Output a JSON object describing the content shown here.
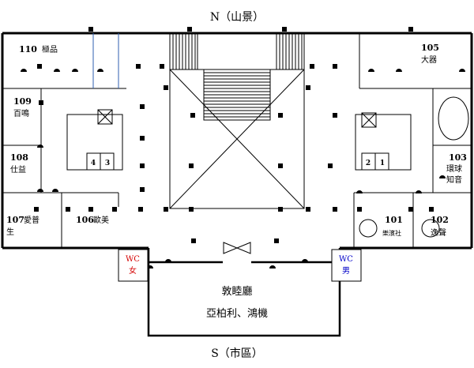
{
  "compass": {
    "north": "N（山景）",
    "south": "S（市區）"
  },
  "rooms": {
    "r110": {
      "number": "110",
      "name": "極品"
    },
    "r109": {
      "number": "109",
      "name": "百鳴"
    },
    "r108": {
      "number": "108",
      "name": "仕益"
    },
    "r107": {
      "number": "107",
      "name_line1": "愛普",
      "name_line2": "生"
    },
    "r106": {
      "number": "106",
      "name": "歐美"
    },
    "r105": {
      "number": "105",
      "name": "大器"
    },
    "r103": {
      "number": "103",
      "name_line1": "環球",
      "name_line2": "知音"
    },
    "r101": {
      "number": "101",
      "name": "樂濱社"
    },
    "r102": {
      "number": "102",
      "name": "逸聲"
    }
  },
  "wc_women": {
    "line1": "WC",
    "line2": "女",
    "color": "#d40000"
  },
  "wc_men": {
    "line1": "WC",
    "line2": "男",
    "color": "#0000c8"
  },
  "hall": {
    "title": "敦睦廳",
    "subtitle": "亞柏利、鴻機"
  },
  "stair_numbers": {
    "left_a": "4",
    "left_b": "3",
    "right_a": "2",
    "right_b": "1"
  }
}
